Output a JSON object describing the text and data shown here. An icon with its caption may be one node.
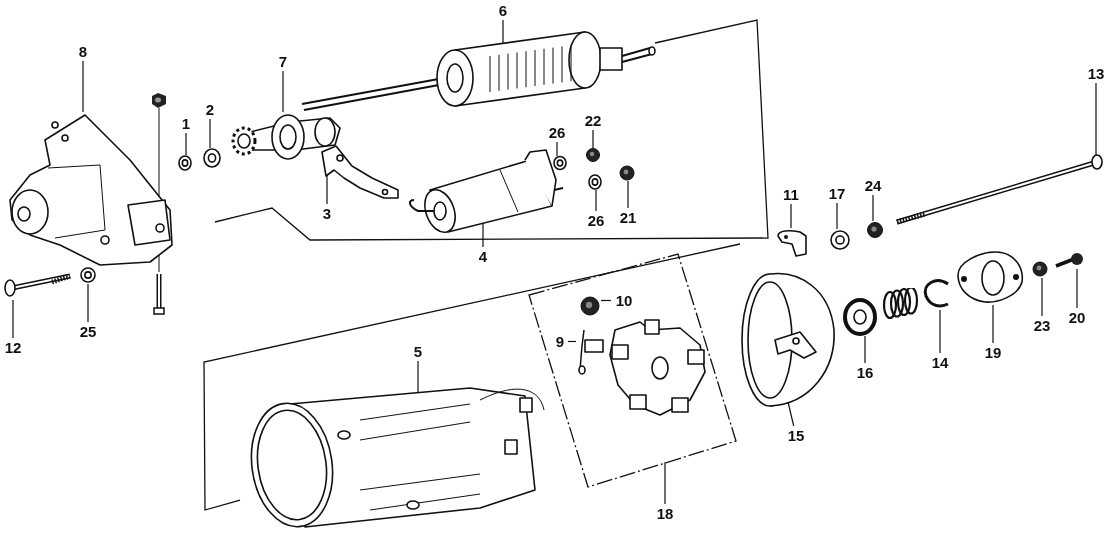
{
  "diagram": {
    "nodes": [
      {
        "text": [
          "1"
        ]
      },
      {
        "text": [],
        "shape": "picture"
      },
      {
        "text": [
          "2"
        ]
      },
      {
        "text": [],
        "shape": "picture"
      },
      {
        "text": [
          "3"
        ]
      },
      {
        "text": [],
        "shape": "picture"
      },
      {
        "text": [
          "4"
        ]
      },
      {
        "text": [],
        "shape": "picture"
      },
      {
        "text": [
          "5"
        ]
      },
      {
        "text": [],
        "shape": "picture"
      },
      {
        "text": [
          "6"
        ]
      },
      {
        "text": [],
        "shape": "picture"
      },
      {
        "text": [
          "7"
        ]
      },
      {
        "text": [],
        "shape": "picture"
      },
      {
        "text": [
          "8"
        ]
      },
      {
        "text": [],
        "shape": "picture"
      },
      {
        "text": [
          "18"
        ]
      },
      {
        "text": [],
        "shape": "box"
      },
      {
        "text": [
          "10"
        ],
        "in": 17
      },
      {
        "text": [],
        "shape": "picture",
        "in": 17
      },
      {
        "text": [
          "9"
        ],
        "in": 17
      },
      {
        "text": [],
        "shape": "picture",
        "in": 17
      },
      {
        "text": [
          "11"
        ]
      },
      {
        "text": [],
        "shape": "picture"
      },
      {
        "text": [
          "12"
        ]
      },
      {
        "text": [],
        "shape": "picture"
      },
      {
        "text": [
          "13"
        ]
      },
      {
        "text": [],
        "shape": "picture"
      },
      {
        "text": [
          "14"
        ]
      },
      {
        "text": [],
        "shape": "picture"
      },
      {
        "text": [
          "15"
        ]
      },
      {
        "text": [],
        "shape": "picture"
      },
      {
        "text": [
          "16"
        ]
      },
      {
        "text": [],
        "shape": "picture"
      },
      {
        "text": [
          "17"
        ]
      },
      {
        "text": [],
        "shape": "picture"
      },
      {
        "text": [
          "19"
        ]
      },
      {
        "text": [],
        "shape": "picture"
      },
      {
        "text": [
          "20"
        ]
      },
      {
        "text": [],
        "shape": "picture"
      },
      {
        "text": [
          "21"
        ]
      },
      {
        "text": [],
        "shape": "picture"
      },
      {
        "text": [
          "22"
        ]
      },
      {
        "text": [],
        "shape": "picture"
      },
      {
        "text": [
          "23"
        ]
      },
      {
        "text": [],
        "shape": "picture"
      },
      {
        "text": [
          "24"
        ]
      },
      {
        "text": [],
        "shape": "picture"
      },
      {
        "text": [
          "25"
        ]
      },
      {
        "text": [],
        "shape": "picture"
      },
      {
        "text": [
          "26"
        ]
      },
      {
        "text": [],
        "shape": "picture"
      },
      {
        "text": [
          "26"
        ]
      },
      {
        "text": [],
        "shape": "picture"
      }
    ],
    "edges": [
      {
        "from": 0,
        "to": 1,
        "arrow": "none"
      },
      {
        "from": 2,
        "to": 3,
        "arrow": "none"
      },
      {
        "from": 4,
        "to": 5,
        "arrow": "none"
      },
      {
        "from": 6,
        "to": 7,
        "arrow": "none"
      },
      {
        "from": 8,
        "to": 9,
        "arrow": "none"
      },
      {
        "from": 10,
        "to": 11,
        "arrow": "none"
      },
      {
        "from": 12,
        "to": 13,
        "arrow": "none"
      },
      {
        "from": 14,
        "to": 15,
        "arrow": "none"
      },
      {
        "from": 16,
        "to": 17,
        "arrow": "none"
      },
      {
        "from": 18,
        "to": 19,
        "arrow": "none"
      },
      {
        "from": 20,
        "to": 21,
        "arrow": "none"
      },
      {
        "from": 22,
        "to": 23,
        "arrow": "none"
      },
      {
        "from": 24,
        "to": 25,
        "arrow": "none"
      },
      {
        "from": 26,
        "to": 27,
        "arrow": "none"
      },
      {
        "from": 28,
        "to": 29,
        "arrow": "none"
      },
      {
        "from": 30,
        "to": 31,
        "arrow": "none"
      },
      {
        "from": 32,
        "to": 33,
        "arrow": "none"
      },
      {
        "from": 34,
        "to": 35,
        "arrow": "none"
      },
      {
        "from": 36,
        "to": 37,
        "arrow": "none"
      },
      {
        "from": 38,
        "to": 39,
        "arrow": "none"
      },
      {
        "from": 40,
        "to": 41,
        "arrow": "none"
      },
      {
        "from": 42,
        "to": 43,
        "arrow": "none"
      },
      {
        "from": 44,
        "to": 45,
        "arrow": "none"
      },
      {
        "from": 46,
        "to": 47,
        "arrow": "none"
      },
      {
        "from": 48,
        "to": 49,
        "arrow": "none"
      },
      {
        "from": 50,
        "to": 51,
        "arrow": "none"
      },
      {
        "from": 52,
        "to": 53,
        "arrow": "none"
      }
    ]
  }
}
